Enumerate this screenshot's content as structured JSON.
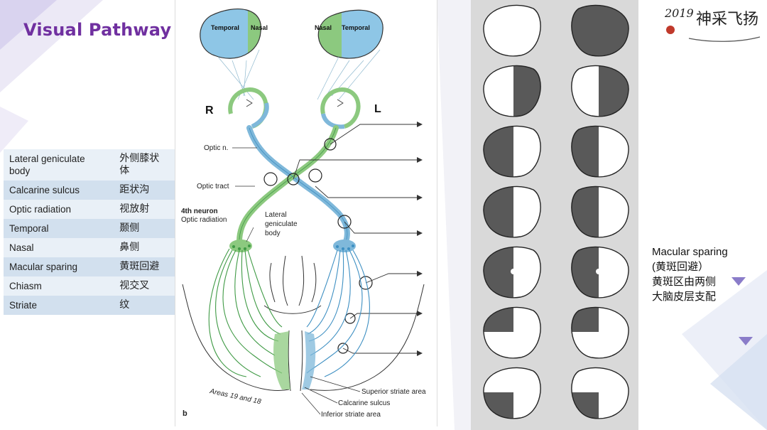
{
  "title": "Visual Pathway",
  "glossary": [
    {
      "en": "Lateral geniculate body",
      "cn": "外侧膝状体"
    },
    {
      "en": "Calcarine sulcus",
      "cn": "距状沟"
    },
    {
      "en": "Optic radiation",
      "cn": "视放射"
    },
    {
      "en": "Temporal",
      "cn": "颞侧"
    },
    {
      "en": "Nasal",
      "cn": "鼻侧"
    },
    {
      "en": "Macular sparing",
      "cn": "黄斑回避"
    },
    {
      "en": "Chiasm",
      "cn": "视交叉"
    },
    {
      "en": "Striate",
      "cn": "纹"
    }
  ],
  "diagram": {
    "field_left": {
      "outer": "Temporal",
      "inner": "Nasal"
    },
    "field_right": {
      "outer": "Temporal",
      "inner": "Nasal"
    },
    "side_right": "R",
    "side_left": "L",
    "labels": {
      "optic_nerve": "Optic n.",
      "optic_tract": "Optic tract",
      "fourth_neuron": "4th neuron",
      "optic_radiation": "Optic radiation",
      "lgb_1": "Lateral",
      "lgb_2": "geniculate",
      "lgb_3": "body",
      "areas": "Areas 19 and 18",
      "superior_striate": "Superior striate area",
      "calcarine": "Calcarine sulcus",
      "inferior_striate": "Inferior striate area",
      "figure_tag": "b"
    },
    "colors": {
      "green": "#8cc97f",
      "blue": "#7fb8da",
      "green_line": "#3f9a45",
      "blue_line": "#3d8fc2"
    }
  },
  "visual_fields": {
    "fill": "#595959",
    "defects": [
      {
        "left": "none",
        "right": "full"
      },
      {
        "left": "right-half",
        "right": "right-half"
      },
      {
        "left": "left-half",
        "right": "left-half"
      },
      {
        "left": "left-half",
        "right": "left-half"
      },
      {
        "left": "left-half-spared",
        "right": "left-half-spared"
      },
      {
        "left": "upper-left-quadrant",
        "right": "upper-left-quadrant"
      },
      {
        "left": "lower-left-quadrant",
        "right": "lower-left-quadrant"
      }
    ]
  },
  "macular_note": {
    "line1": "Macular sparing",
    "line2": "(黄斑回避）",
    "line3": "黄斑区由两侧",
    "line4": "大脑皮层支配"
  },
  "logo": {
    "year": "2019",
    "text": "神采飞扬"
  }
}
